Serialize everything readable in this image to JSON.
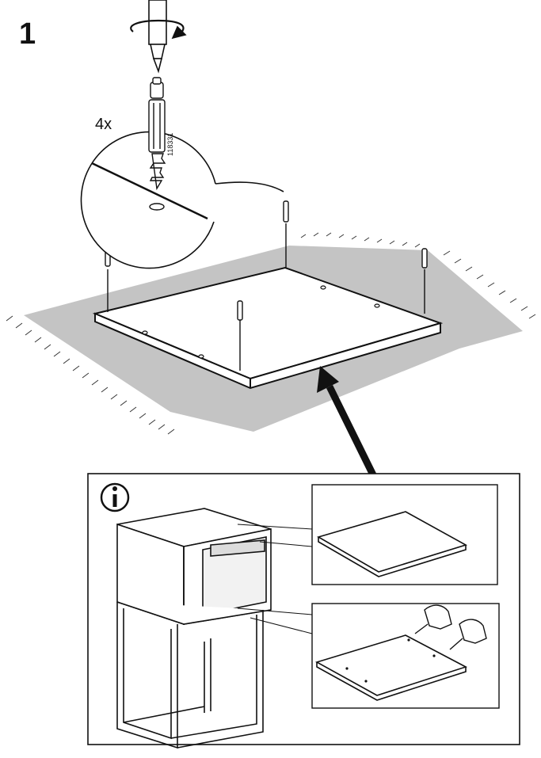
{
  "step": {
    "number": "1"
  },
  "detail": {
    "quantity": "4x",
    "part_number": "118331"
  },
  "info_panel": {
    "icon": "info-icon"
  },
  "colors": {
    "line": "#111111",
    "floor": "#bfbfbf",
    "panel": "#ffffff"
  }
}
